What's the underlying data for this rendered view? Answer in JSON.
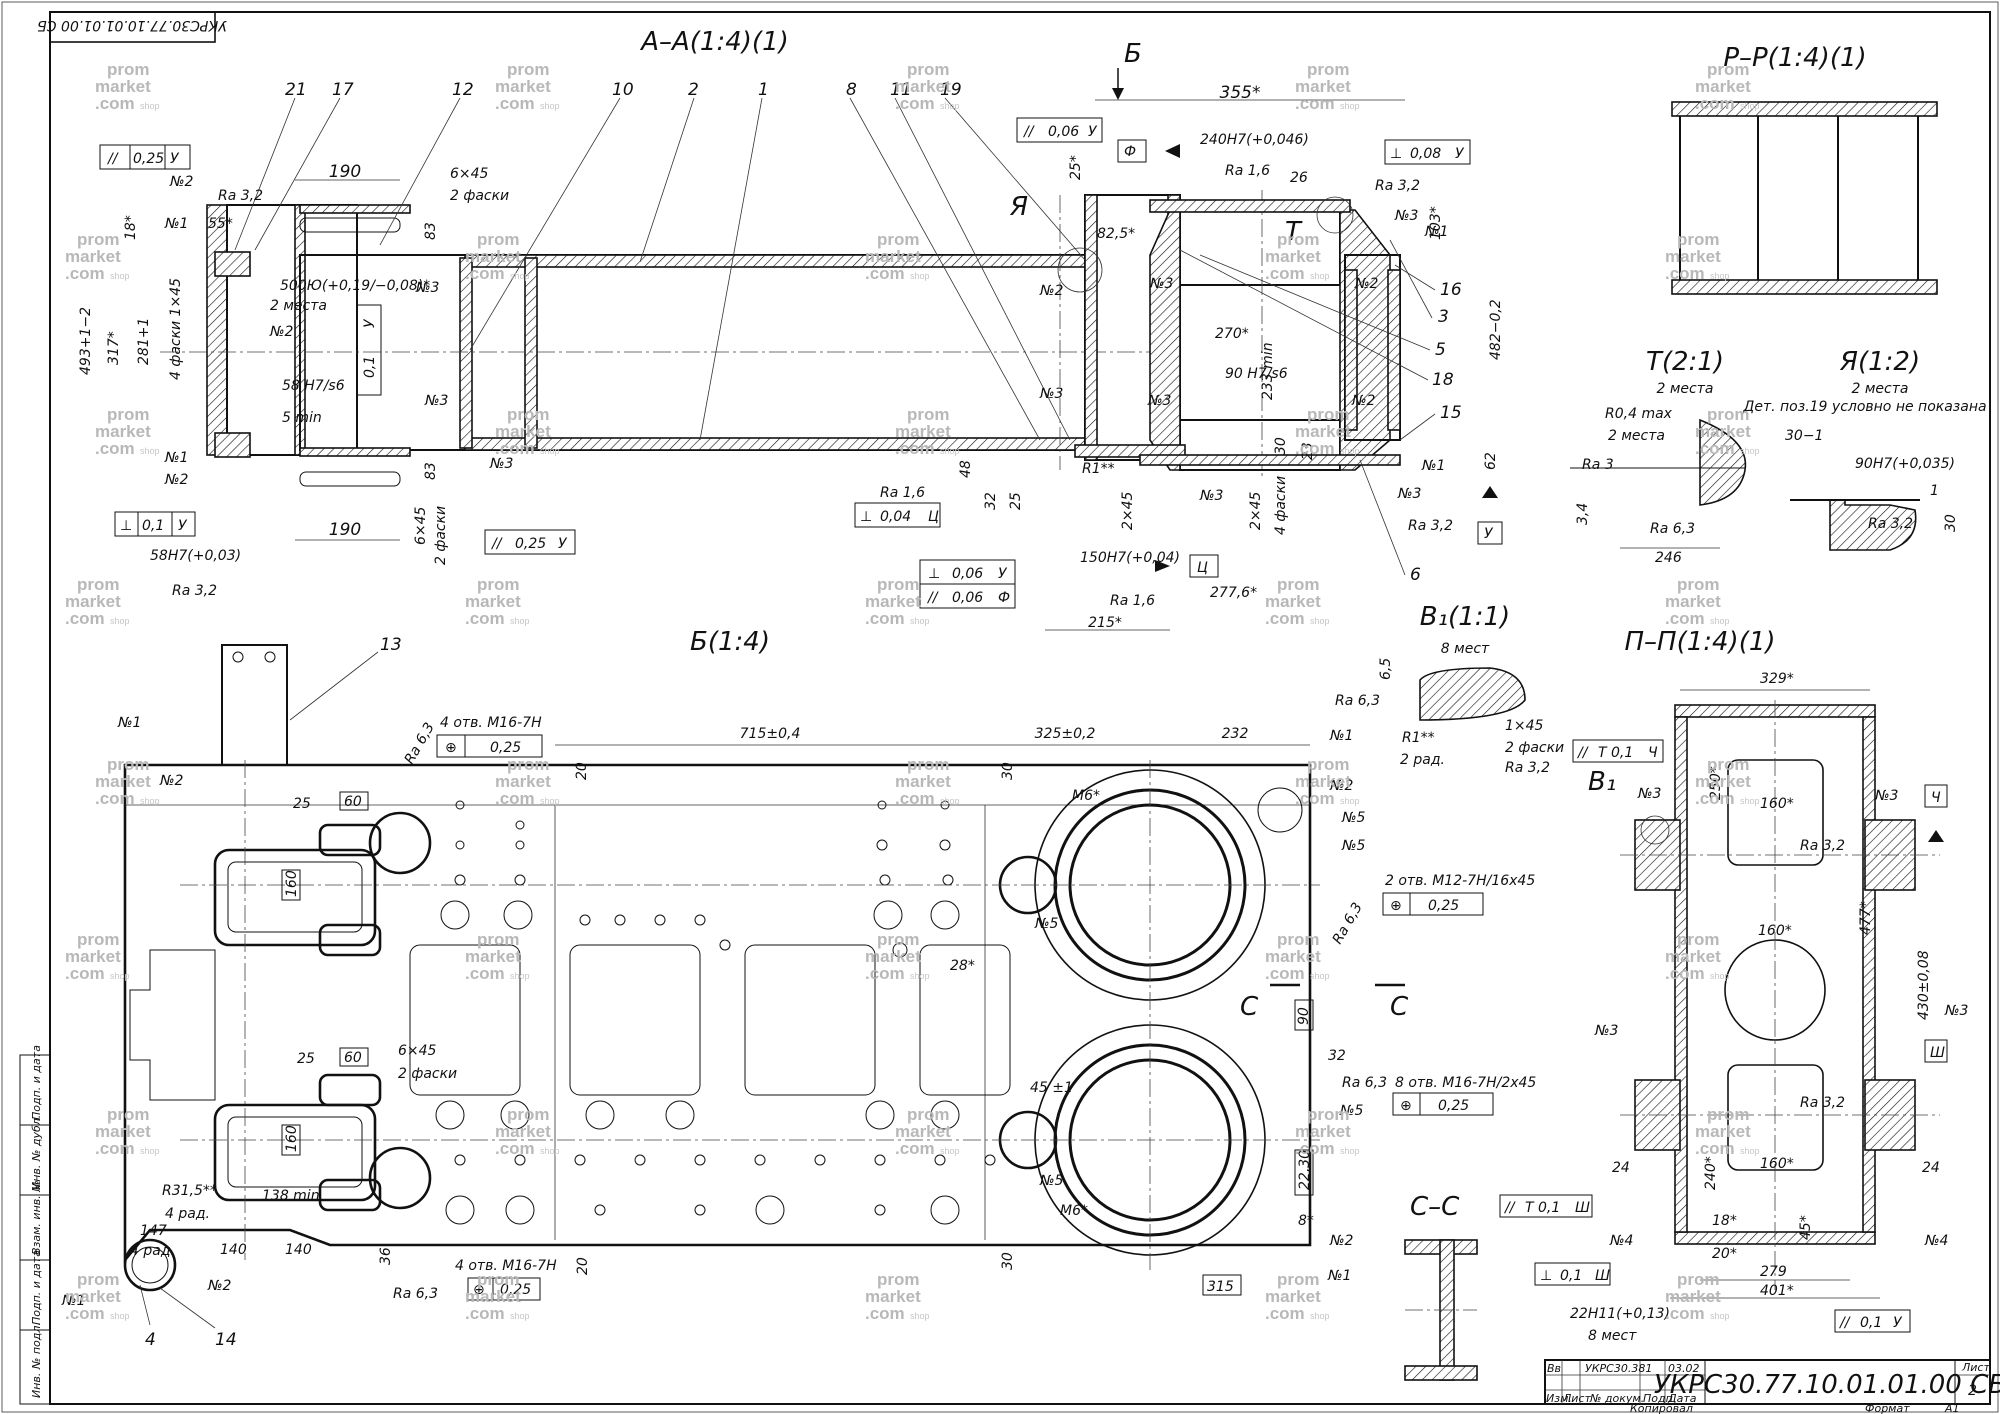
{
  "drawing": {
    "stamp_top_left": "УКРС30.77.10.01.01.00 СБ",
    "title_block": {
      "code": "УКРС30.77.10.01.01.00 СБ",
      "sheet_label": "Лист",
      "sheet_no": "2",
      "copied": "Копировал",
      "format_label": "Формат",
      "format": "А1",
      "col_izm": "Изм.",
      "col_list": "Лист",
      "col_doc": "№ докум.",
      "col_sign": "Подп.",
      "col_date": "Дата",
      "row_vv": "Вв",
      "row_doc": "УКРС30.381",
      "row_date": "03.02"
    },
    "side_strip": [
      "Инв. № подл.",
      "Подп. и дата",
      "Взам. инв. №",
      "Инв. № дубл.",
      "Подп. и дата"
    ]
  },
  "views": {
    "aa": "А–А(1:4)(1)",
    "b_arrow": "Б",
    "pp_top": "Р–Р(1:4)(1)",
    "t": "Т(2:1)",
    "t_note": "2 места",
    "ya": "Я(1:2)",
    "ya_note1": "2 места",
    "ya_note2": "Дет. поз.19 условно не показана",
    "b": "Б(1:4)",
    "b1": "В₁(1:1)",
    "b1_note": "8 мест",
    "pp": "П–П(1:4)(1)",
    "cc": "С–С",
    "ya_mark": "Я",
    "t_mark": "Т",
    "c_left": "С",
    "c_right": "С",
    "b1_mark": "В₁"
  },
  "positions": [
    "21",
    "17",
    "12",
    "10",
    "2",
    "1",
    "8",
    "11",
    "19",
    "16",
    "3",
    "5",
    "18",
    "15",
    "6",
    "13",
    "4",
    "14"
  ],
  "dims": {
    "d190a": "190",
    "d6x45": "6×45",
    "d2f": "2 фаски",
    "d55": "55*",
    "d18": "18*",
    "d83a": "83",
    "d500": "500Ю(+0,19/−0,08)*",
    "d2m": "2 места",
    "d493": "493+1−2",
    "d317": "317*",
    "d281": "281+1",
    "d4f145": "4 фаски 1×45",
    "d58": "58 H7/s6",
    "d5min": "5 min",
    "d83b": "83",
    "d190b": "190",
    "d6x45b": "6×45",
    "d2fb": "2 фаски",
    "d58h7": "58Н7(+0,03)",
    "ra32a": "Ra 3,2",
    "ra32b": "Ra 3,2",
    "d355": "355*",
    "d240": "240Н7(+0,046)",
    "d26": "26",
    "d25": "25*",
    "d825": "82,5*",
    "d103": "103*",
    "d270": "270*",
    "d90": "90 H7/s6",
    "d233": "233 min",
    "d482": "482−0,2",
    "d30": "30",
    "d23": "23",
    "d62": "62",
    "d48": "48",
    "d32": "32",
    "d25b": "25",
    "r1": "R1**",
    "d2x45": "2×45",
    "d2x45b": "2×45",
    "d4f": "4 фаски",
    "d150": "150Н7(+0,04)",
    "d2776": "277,6*",
    "d215": "215*",
    "ra16a": "Ra 1,6",
    "ra32c": "Ra 3,2",
    "ra16b": "Ra 1,6",
    "ra16c": "Ra 1,6",
    "ra32d": "Ra 3,2",
    "t_r04": "R0,4 max",
    "t_2m": "2 места",
    "t_ra3": "Ra 3",
    "t_34": "3,4",
    "t_ra63": "Ra 6,3",
    "t_246": "246",
    "ya_30": "30−1",
    "ya_90": "90Н7(+0,035)",
    "ya_1": "1",
    "ya_30b": "30",
    "ya_ra": "Ra 3,2",
    "b1_65": "6,5",
    "b1_ra": "Ra 6,3",
    "b1_r1": "R1**",
    "b1_2r": "2 рад.",
    "b1_145": "1×45",
    "b1_2f": "2 фаски",
    "b1_ra2": "Ra 3,2",
    "b_715": "715±0,4",
    "b_325": "325±0,2",
    "b_232": "232",
    "b_m16": "4 отв. М16-7Н",
    "b_025a": "0,25",
    "b_ra63a": "Ra 6,3",
    "b_25": "25",
    "b_60": "60",
    "b_160": "160",
    "b_20a": "20",
    "b_30a": "30",
    "b_m6": "М6*",
    "b_n5a": "№5",
    "b_n5b": "№5",
    "b_m12": "2 отв. М12-7Н/16х45",
    "b_025b": "0,25",
    "b_ra63b": "Ra 6,3",
    "b_n5c": "№5",
    "b_28": "28*",
    "b_90": "90",
    "b_32": "32",
    "b_6x45": "6×45",
    "b_2f": "2 фаски",
    "b_25b": "25",
    "b_60b": "60",
    "b_45": "45 ±1",
    "b_ra63c": "Ra 6,3",
    "b_m16b": "8 отв. М16-7Н/2х45",
    "b_025c": "0,25",
    "b_n5d": "№5",
    "b_n5e": "№5",
    "b_160b": "160",
    "b_r315": "R31,5**",
    "b_4r": "4 рад.",
    "b_138": "138 min",
    "b_147": "147",
    "b_4p": "4 рад.",
    "b_140a": "140",
    "b_140b": "140",
    "b_36": "36",
    "b_20b": "20",
    "b_30b": "30",
    "b_m6b": "М6*",
    "b_2230": "22,30",
    "b_8": "8*",
    "b_315": "315",
    "b_ra63d": "Ra 6,3",
    "b_m16c": "4 отв. М16-7Н",
    "b_025d": "0,25",
    "p_329": "329*",
    "p_160a": "160*",
    "p_250": "250*",
    "p_ra32a": "Ra 3,2",
    "p_160b": "160*",
    "p_477": "477*",
    "p_430": "430±0,08",
    "p_ra32b": "Ra 3,2",
    "p_160c": "160*",
    "p_24a": "24",
    "p_24b": "24",
    "p_240": "240*",
    "p_18": "18*",
    "p_45": "45*",
    "p_20": "20*",
    "p_279": "279",
    "p_401": "401*",
    "p_22": "22Н11(+0,13)",
    "p_8m": "8 мест"
  },
  "marks": {
    "n1": "№1",
    "n2": "№2",
    "n3": "№3",
    "n4": "№4",
    "ch": "Ч",
    "sh": "Ш",
    "u": "У",
    "ts": "Ц",
    "f": "Ф"
  },
  "tol": {
    "par025": "0,25",
    "u": "У",
    "par01": "0,1",
    "perp01": "0,1",
    "par006": "0,06",
    "perp008": "0,08",
    "perp004": "0,04",
    "ts": "Ц",
    "f": "Ф",
    "perp006": "0,06",
    "par006b": "0,06",
    "par025b": "0,25",
    "t01": "Т 0,1",
    "ch": "Ч",
    "t01b": "Т 0,1",
    "sh": "Ш",
    "perp01b": "0,1",
    "par01b": "0,1"
  },
  "watermark": {
    "l1": "prom",
    "l2": "market",
    "l3": ".com",
    "l4": "shop"
  }
}
